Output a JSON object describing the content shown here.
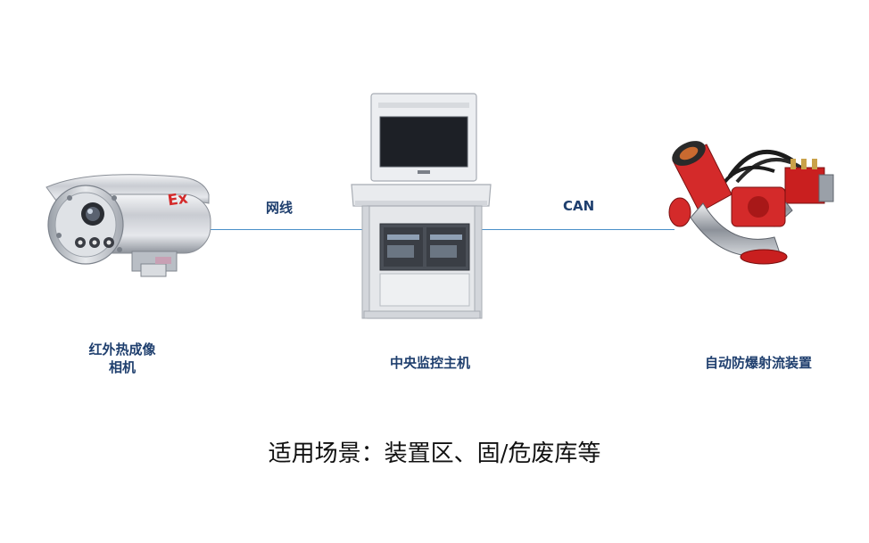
{
  "nodes": {
    "camera": {
      "label_line1": "红外热成像",
      "label_line2": "相机",
      "badge": "Ex"
    },
    "host": {
      "label": "中央监控主机"
    },
    "cannon": {
      "label": "自动防爆射流装置"
    }
  },
  "links": {
    "left": {
      "label": "网线"
    },
    "right": {
      "label": "CAN"
    }
  },
  "footer": {
    "text": "适用场景：装置区、固/危废库等"
  },
  "colors": {
    "line": "#4a8fc8",
    "label": "#1f3f6e",
    "cannon_red": "#d42a2a"
  }
}
